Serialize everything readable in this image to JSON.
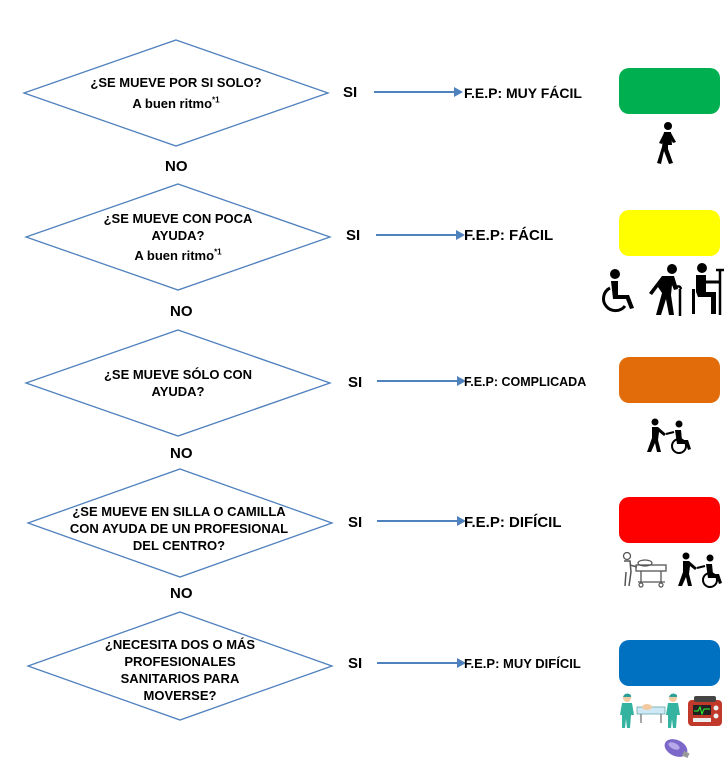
{
  "steps": [
    {
      "question": "¿SE MUEVE POR SI SOLO?",
      "sub": "A buen ritmo",
      "sup": "*1",
      "yes": "SI",
      "result": "F.E.P: MUY FÁCIL",
      "color": "#00b050",
      "icons": [
        "walking-person-icon"
      ],
      "no": "NO"
    },
    {
      "question": "¿SE MUEVE CON POCA AYUDA?",
      "sub": "A buen ritmo",
      "sup": "*1",
      "yes": "SI",
      "result": "F.E.P: FÁCIL",
      "color": "#ffff00",
      "icons": [
        "wheelchair-icon",
        "elderly-cane-icon",
        "seated-crutch-icon"
      ],
      "no": "NO"
    },
    {
      "question": "¿SE MUEVE SÓLO CON AYUDA?",
      "yes": "SI",
      "result": "F.E.P: COMPLICADA",
      "color": "#e36c0a",
      "icons": [
        "assisted-wheelchair-icon"
      ],
      "no": "NO"
    },
    {
      "question": "¿SE MUEVE EN SILLA O CAMILLA CON AYUDA DE UN PROFESIONAL DEL CENTRO?",
      "yes": "SI",
      "result": "F.E.P: DIFÍCIL",
      "color": "#ff0000",
      "icons": [
        "stretcher-icon",
        "assisted-wheelchair-icon"
      ],
      "no": "NO"
    },
    {
      "question": "¿NECESITA DOS O MÁS PROFESIONALES SANITARIOS PARA MOVERSE?",
      "yes": "SI",
      "result": "F.E.P: MUY DIFÍCIL",
      "color": "#0070c0",
      "icons": [
        "medical-team-icon",
        "defibrillator-icon",
        "resuscitator-bag-icon"
      ]
    }
  ]
}
